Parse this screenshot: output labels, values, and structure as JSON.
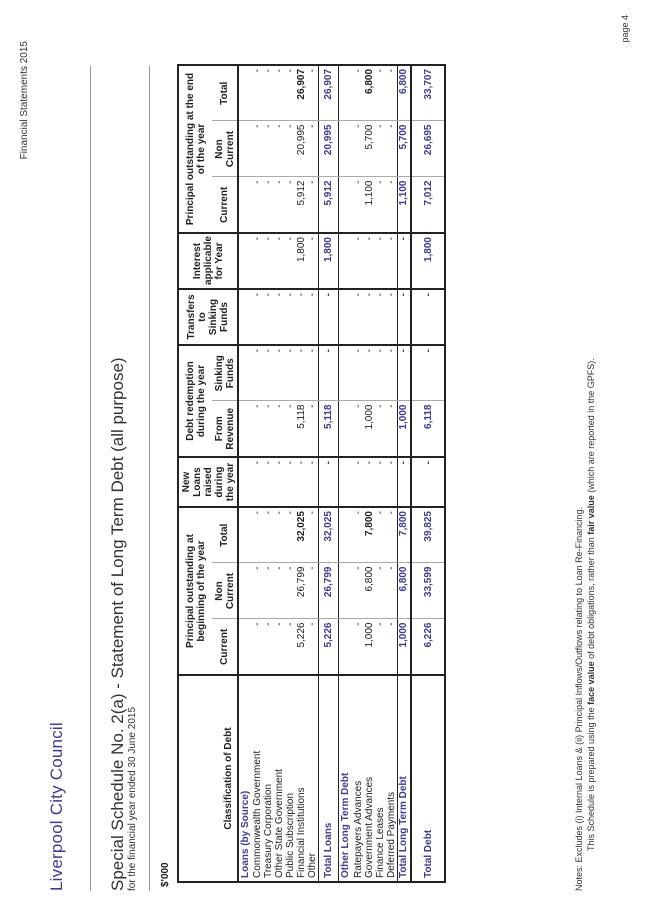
{
  "header": {
    "report": "Financial Statements 2015"
  },
  "council": "Liverpool City Council",
  "title": "Special Schedule No. 2(a) - Statement of Long Term Debt (all purpose)",
  "subtitle": "for the financial year ended 30 June 2015",
  "units": "$'000",
  "columns": {
    "classification": "Classification of Debt",
    "group_begin": "Principal outstanding at beginning of the year",
    "current": "Current",
    "non_current": "Non Current",
    "total": "Total",
    "new_loans": "New Loans raised during the year",
    "group_redemption": "Debt redemption during the year",
    "from_revenue": "From Revenue",
    "sinking_funds": "Sinking Funds",
    "transfers": "Transfers to Sinking Funds",
    "interest": "Interest applicable for Year",
    "group_end": "Principal outstanding at the end of the year"
  },
  "loans": {
    "heading": "Loans (by Source)",
    "rows": [
      {
        "label": "Commonwealth Government",
        "values": [
          "-",
          "-",
          "-",
          "-",
          "-",
          "-",
          "-",
          "-",
          "-",
          "-",
          "-"
        ]
      },
      {
        "label": "Treasury Corporation",
        "values": [
          "-",
          "-",
          "-",
          "-",
          "-",
          "-",
          "-",
          "-",
          "-",
          "-",
          "-"
        ]
      },
      {
        "label": "Other State Government",
        "values": [
          "-",
          "-",
          "-",
          "-",
          "-",
          "-",
          "-",
          "-",
          "-",
          "-",
          "-"
        ]
      },
      {
        "label": "Public Subscription",
        "values": [
          "-",
          "-",
          "-",
          "-",
          "-",
          "-",
          "-",
          "-",
          "-",
          "-",
          "-"
        ]
      },
      {
        "label": "Financial Institutions",
        "values": [
          "5,226",
          "26,799",
          "32,025",
          "-",
          "5,118",
          "-",
          "-",
          "1,800",
          "5,912",
          "20,995",
          "26,907"
        ]
      },
      {
        "label": "Other",
        "values": [
          "-",
          "-",
          "-",
          "-",
          "-",
          "-",
          "-",
          "-",
          "-",
          "-",
          "-"
        ]
      }
    ],
    "total": {
      "label": "Total Loans",
      "values": [
        "5,226",
        "26,799",
        "32,025",
        "-",
        "5,118",
        "-",
        "-",
        "1,800",
        "5,912",
        "20,995",
        "26,907"
      ]
    }
  },
  "other": {
    "heading": "Other Long Term Debt",
    "rows": [
      {
        "label": "Ratepayers Advances",
        "values": [
          "-",
          "-",
          "-",
          "-",
          "-",
          "-",
          "-",
          "-",
          "-",
          "-",
          "-"
        ]
      },
      {
        "label": "Government Advances",
        "values": [
          "1,000",
          "6,800",
          "7,800",
          "-",
          "1,000",
          "-",
          "-",
          "-",
          "1,100",
          "5,700",
          "6,800"
        ]
      },
      {
        "label": "Finance Leases",
        "values": [
          "-",
          "-",
          "-",
          "-",
          "-",
          "-",
          "-",
          "-",
          "-",
          "-",
          "-"
        ]
      },
      {
        "label": "Deferred Payments",
        "values": [
          "-",
          "-",
          "-",
          "-",
          "-",
          "-",
          "-",
          "-",
          "-",
          "-",
          "-"
        ]
      }
    ],
    "total": {
      "label": "Total Long Term Debt",
      "values": [
        "1,000",
        "6,800",
        "7,800",
        "-",
        "1,000",
        "-",
        "-",
        "-",
        "1,100",
        "5,700",
        "6,800"
      ]
    }
  },
  "grand_total": {
    "label": "Total Debt",
    "values": [
      "6,226",
      "33,599",
      "39,825",
      "-",
      "6,118",
      "-",
      "-",
      "1,800",
      "7,012",
      "26,695",
      "33,707"
    ]
  },
  "notes": {
    "line1": "Notes: Excludes (i) Internal Loans & (ii) Principal Inflows/Outflows relating to Loan Re-Financing.",
    "line2_pre": "This Schedule is prepared using the ",
    "line2_b1": "face value",
    "line2_mid": " of debt obligations, rather than ",
    "line2_b2": "fair value",
    "line2_post": " (which are reported in the GPFS)."
  },
  "page": "page 4"
}
